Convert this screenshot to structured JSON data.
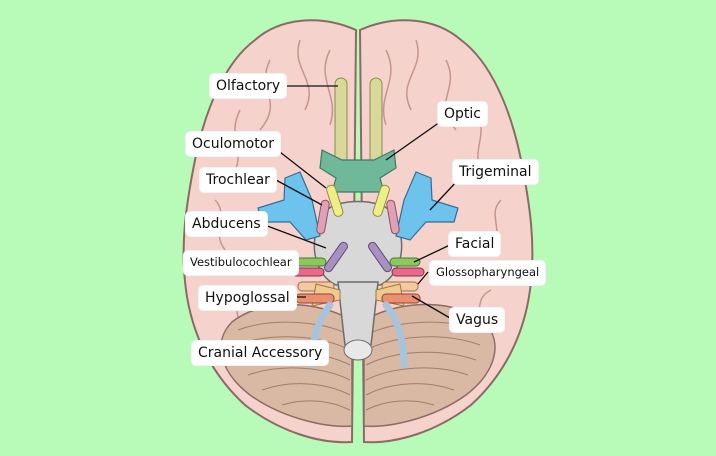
{
  "labels": {
    "olfactory": "Olfactory",
    "optic": "Optic",
    "oculomotor": "Oculomotor",
    "trochlear": "Trochlear",
    "trigeminal": "Trigeminal",
    "abducens": "Abducens",
    "facial": "Facial",
    "vestibulocochlear": "Vestibulocochlear",
    "glossopharyngeal": "Glossopharyngeal",
    "hypoglossal": "Hypoglossal",
    "vagus": "Vagus",
    "cranial_accessory": "Cranial Accessory"
  },
  "colors": {
    "background": "#b8fbb8",
    "brain": "#f6d2cc",
    "brain_outline": "#8a6a66",
    "cerebellum": "#d9b9a4",
    "brainstem": "#d8d8d8",
    "olfactory": "#d8d89a",
    "optic": "#6fb89a",
    "oculomotor": "#eeee88",
    "trochlear": "#e0a0b8",
    "trigeminal": "#6ec3ec",
    "abducens": "#a890c0",
    "facial": "#8cc860",
    "vestibulocochlear": "#e86a8a",
    "glossopharyngeal": "#f5c9a0",
    "vagus": "#f0c890",
    "hypoglossal": "#ec8f70",
    "accessory": "#a8c4dc"
  }
}
